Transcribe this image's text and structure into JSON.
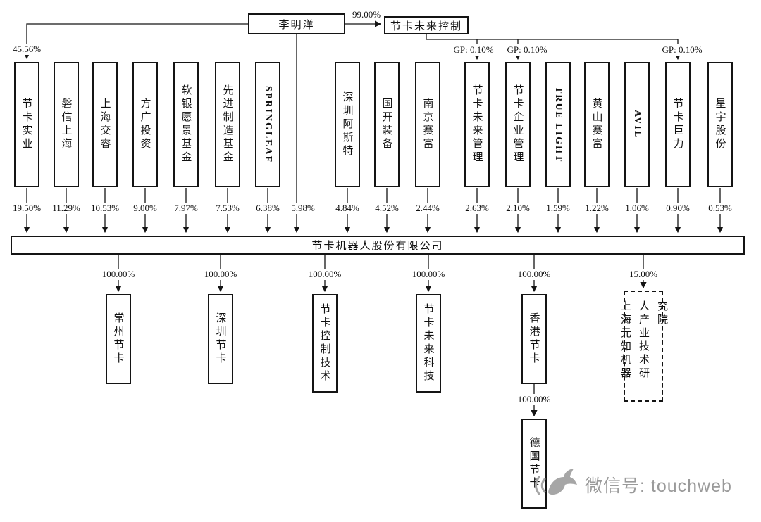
{
  "top": {
    "limingyang": "李明洋",
    "jieka_future_control": "节卡未来控制",
    "pct_99": "99.00%",
    "pct_4556": "45.56%",
    "gp1": "GP: 0.10%",
    "gp2": "GP: 0.10%",
    "gp3": "GP: 0.10%"
  },
  "li_direct_pct": "5.98%",
  "shareholders": [
    {
      "name": "节卡实业",
      "pct": "19.50%"
    },
    {
      "name": "磐信上海",
      "pct": "11.29%"
    },
    {
      "name": "上海交睿",
      "pct": "10.53%"
    },
    {
      "name": "方广投资",
      "pct": "9.00%"
    },
    {
      "name": "软银愿景基金",
      "pct": "7.97%"
    },
    {
      "name": "先进制造基金",
      "pct": "7.53%"
    },
    {
      "name": "SPRINGLEAF",
      "pct": "6.38%"
    },
    {
      "name": "深圳阿斯特",
      "pct": "4.84%"
    },
    {
      "name": "国开装备",
      "pct": "4.52%"
    },
    {
      "name": "南京赛富",
      "pct": "2.44%"
    },
    {
      "name": "节卡未来管理",
      "pct": "2.63%"
    },
    {
      "name": "节卡企业管理",
      "pct": "2.10%"
    },
    {
      "name": "TRUE LIGHT",
      "pct": "1.59%"
    },
    {
      "name": "黄山赛富",
      "pct": "1.22%"
    },
    {
      "name": "AVIL",
      "pct": "1.06%"
    },
    {
      "name": "节卡巨力",
      "pct": "0.90%"
    },
    {
      "name": "星宇股份",
      "pct": "0.53%"
    }
  ],
  "company": "节卡机器人股份有限公司",
  "subsidiaries": [
    {
      "name": "常州节卡",
      "pct": "100.00%"
    },
    {
      "name": "深圳节卡",
      "pct": "100.00%"
    },
    {
      "name": "节卡控制技术",
      "pct": "100.00%"
    },
    {
      "name": "节卡未来科技",
      "pct": "100.00%"
    },
    {
      "name": "香港节卡",
      "pct": "100.00%"
    },
    {
      "name": "上海元知机器人产业技术研究院",
      "pct": "15.00%"
    }
  ],
  "germany": {
    "name": "德国节卡",
    "pct": "100.00%"
  },
  "watermark": {
    "text": "微信号: touchweb"
  }
}
